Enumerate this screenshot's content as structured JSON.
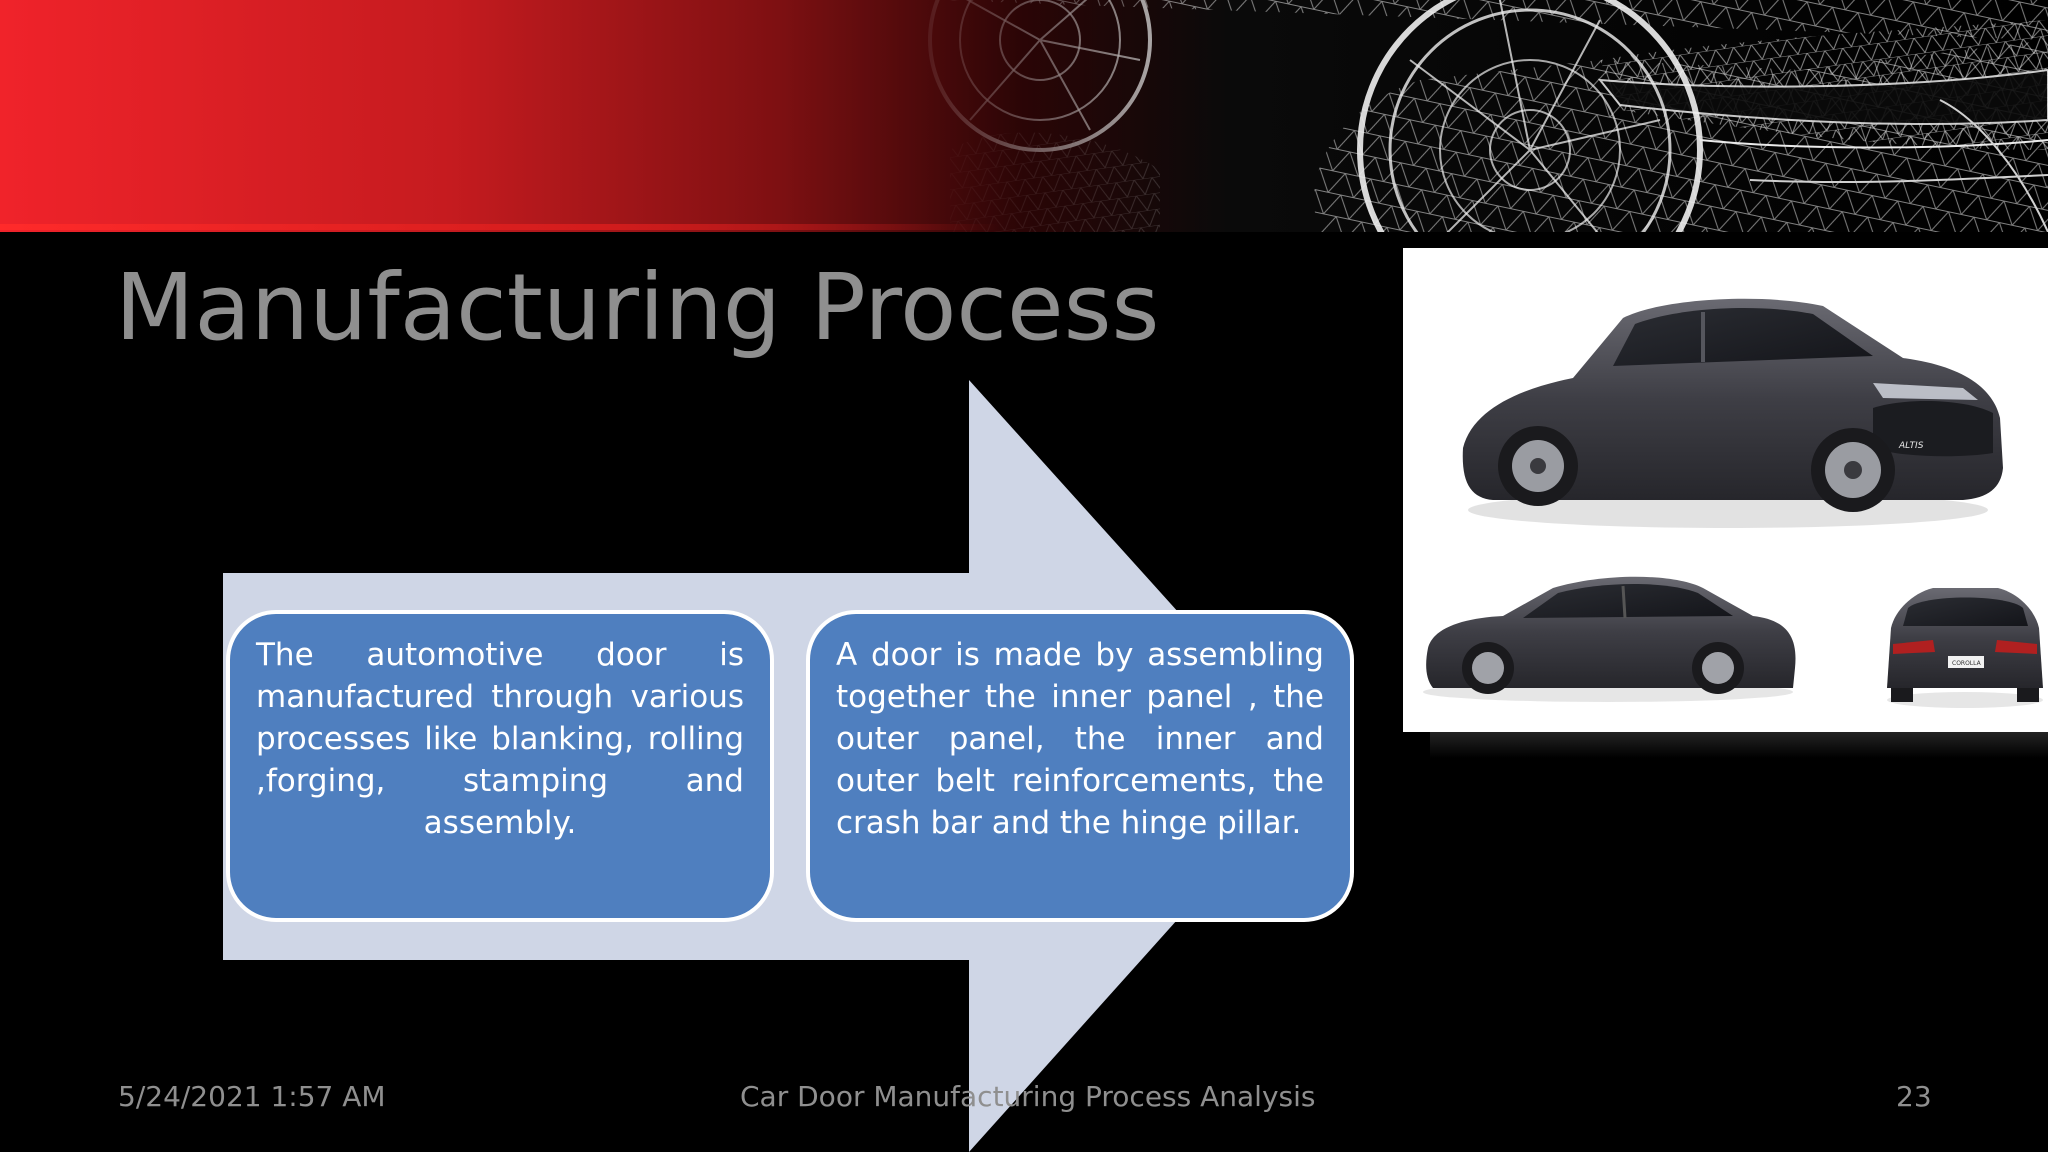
{
  "slide": {
    "title": "Manufacturing Process",
    "process_steps": [
      {
        "text": "The automotive door is manufactured through various processes like blanking, rolling ,forging, stamping and assembly."
      },
      {
        "text": "A door is made by assembling together the inner panel , the outer panel, the inner and outer belt reinforcements, the crash bar and the hinge pillar."
      }
    ],
    "header_image": "wireframe-car-banner",
    "car_image": "grey-sedan-three-views",
    "car_badges": {
      "front": "ALTIS",
      "rear": "COROLLA"
    },
    "colors": {
      "background": "#000000",
      "banner_red": "#f0232a",
      "title_gray": "#8f8f8f",
      "arrow_fill": "#cfd6e6",
      "box_fill": "#4f7fbf",
      "box_border": "#ffffff"
    }
  },
  "footer": {
    "date": "5/24/2021 1:57 AM",
    "title": "Car Door Manufacturing Process Analysis",
    "page_number": "23"
  }
}
